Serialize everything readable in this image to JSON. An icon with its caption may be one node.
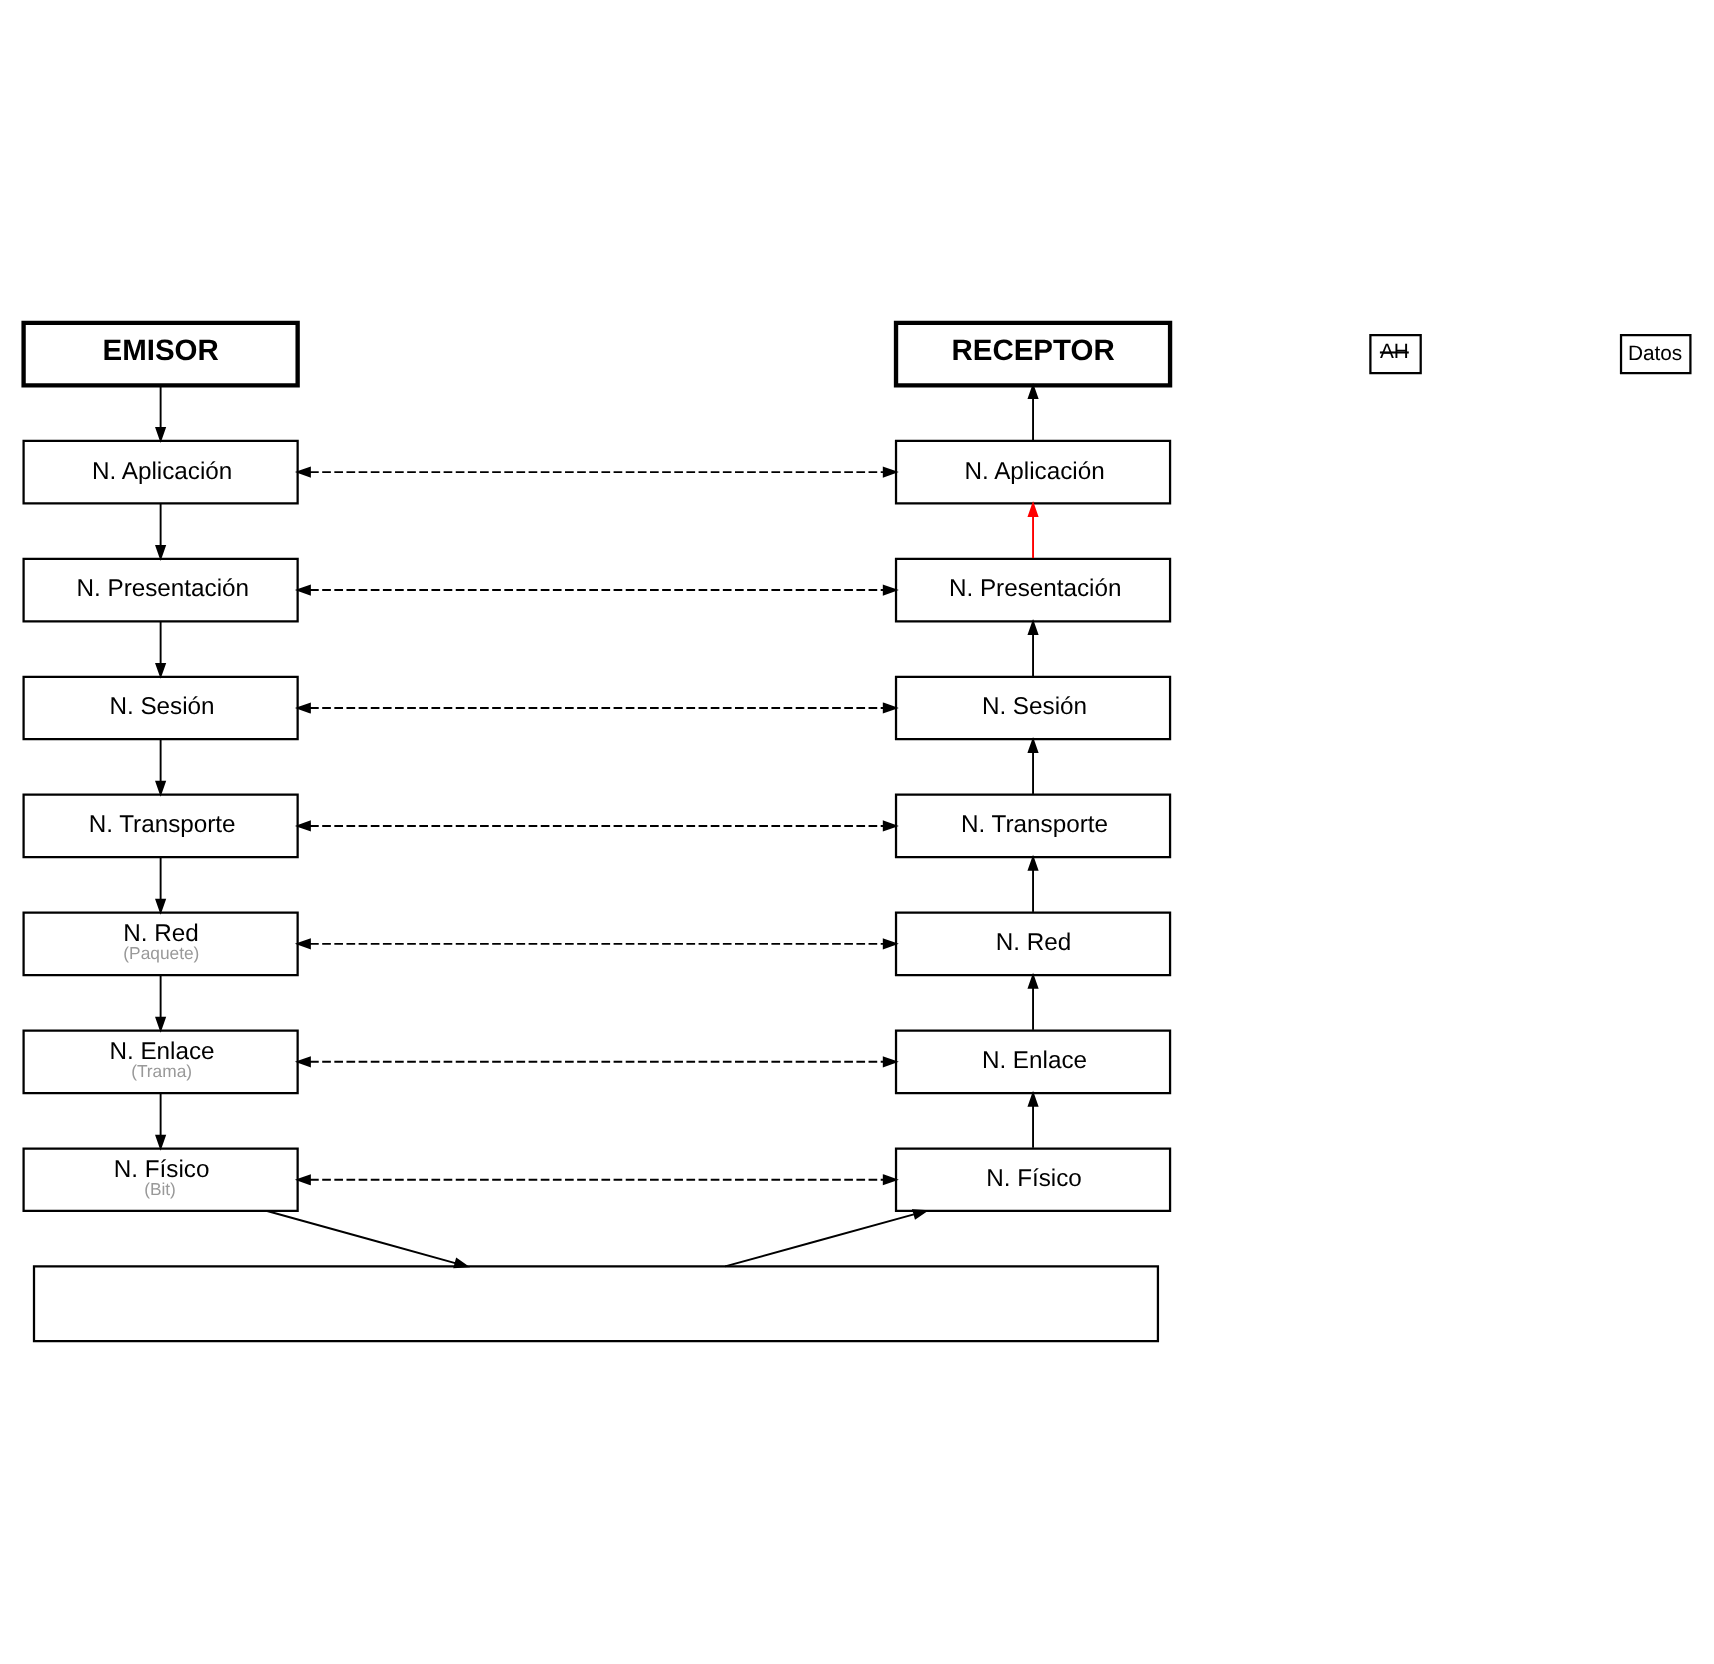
{
  "diagram": {
    "nodes": [
      {
        "text": [
          "EMISOR"
        ]
      },
      {
        "text": [
          "RECEPTOR"
        ]
      },
      {
        "text": [
          "AH"
        ]
      },
      {
        "text": [
          "Datos"
        ]
      },
      {
        "text": [
          "N. Aplicación"
        ]
      },
      {
        "text": [
          "N. Presentación"
        ]
      },
      {
        "text": [
          "N. Sesión"
        ]
      },
      {
        "text": [
          "N. Transporte"
        ]
      },
      {
        "text": [
          "N. Red",
          "(Paquete)"
        ]
      },
      {
        "text": [
          "N. Enlace",
          "(Trama)"
        ]
      },
      {
        "text": [
          "N. Físico",
          "(Bit)"
        ]
      },
      {
        "text": [
          "N. Aplicación"
        ]
      },
      {
        "text": [
          "N. Presentación"
        ]
      },
      {
        "text": [
          "N. Sesión"
        ]
      },
      {
        "text": [
          "N. Transporte"
        ]
      },
      {
        "text": [
          "N. Red"
        ]
      },
      {
        "text": [
          "N. Enlace"
        ]
      },
      {
        "text": [
          "N. Físico"
        ]
      },
      {
        "text": [],
        "shape": "box"
      }
    ],
    "edges": [
      {
        "from": 0,
        "to": 4,
        "arrow": "to"
      },
      {
        "from": 4,
        "to": 5,
        "arrow": "to"
      },
      {
        "from": 5,
        "to": 6,
        "arrow": "to"
      },
      {
        "from": 6,
        "to": 7,
        "arrow": "to"
      },
      {
        "from": 7,
        "to": 8,
        "arrow": "to"
      },
      {
        "from": 8,
        "to": 9,
        "arrow": "to"
      },
      {
        "from": 9,
        "to": 10,
        "arrow": "to"
      },
      {
        "from": 10,
        "to": 18,
        "arrow": "to"
      },
      {
        "from": 18,
        "to": 17,
        "arrow": "to"
      },
      {
        "from": 17,
        "to": 16,
        "arrow": "to"
      },
      {
        "from": 16,
        "to": 15,
        "arrow": "to"
      },
      {
        "from": 15,
        "to": 14,
        "arrow": "to"
      },
      {
        "from": 14,
        "to": 13,
        "arrow": "to"
      },
      {
        "from": 13,
        "to": 12,
        "arrow": "to"
      },
      {
        "from": 12,
        "to": 11,
        "arrow": "to",
        "color": "#ff0000"
      },
      {
        "from": 11,
        "to": 1,
        "arrow": "to"
      },
      {
        "from": 4,
        "to": 11,
        "arrow": "both",
        "style": "dashed"
      },
      {
        "from": 5,
        "to": 12,
        "arrow": "both",
        "style": "dashed"
      },
      {
        "from": 6,
        "to": 13,
        "arrow": "both",
        "style": "dashed"
      },
      {
        "from": 7,
        "to": 14,
        "arrow": "both",
        "style": "dashed"
      },
      {
        "from": 8,
        "to": 15,
        "arrow": "both",
        "style": "dashed"
      },
      {
        "from": 9,
        "to": 16,
        "arrow": "both",
        "style": "dashed"
      },
      {
        "from": 10,
        "to": 17,
        "arrow": "both",
        "style": "dashed"
      }
    ]
  }
}
